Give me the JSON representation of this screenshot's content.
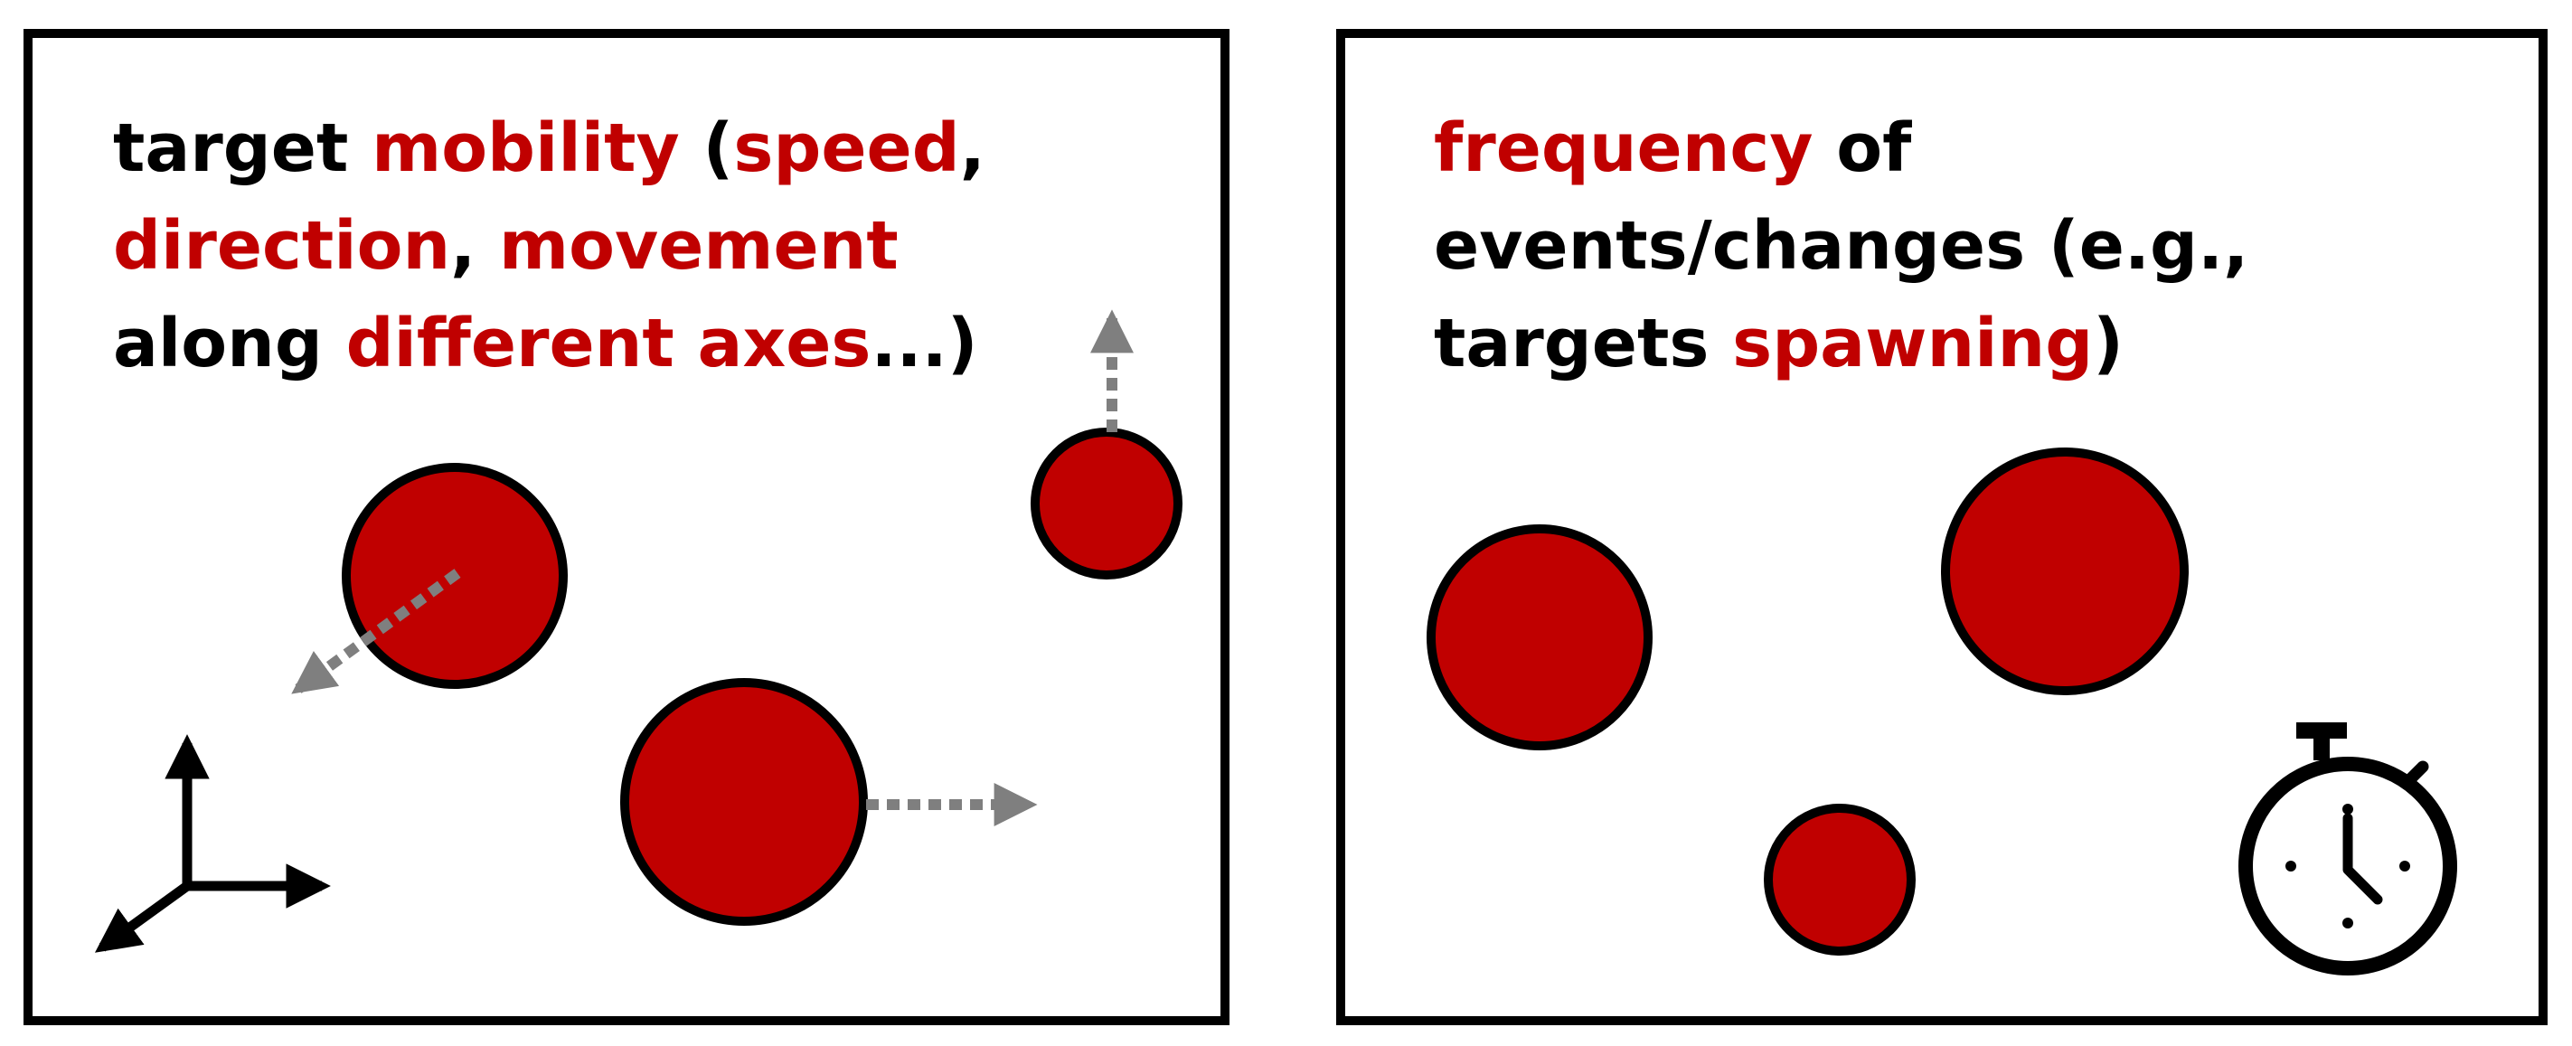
{
  "left_panel": {
    "line1": {
      "a": "target ",
      "b": "mobility",
      "c": " (",
      "d": "speed",
      "e": ","
    },
    "line2": {
      "a": "direction",
      "b": ", ",
      "c": "movement"
    },
    "line3": {
      "a": "along ",
      "b": "different axes",
      "c": "...)"
    }
  },
  "right_panel": {
    "line1": {
      "a": "frequency",
      "b": " of"
    },
    "line2": {
      "a": "events/changes (e.g.,"
    },
    "line3": {
      "a": "targets ",
      "b": "spawning",
      "c": ")"
    }
  },
  "colors": {
    "highlight": "#c00000",
    "target_fill": "#c00000",
    "arrow_gray": "#7f7f7f",
    "border": "#000000"
  },
  "icons": [
    "target-circle",
    "dotted-arrow",
    "axes-icon",
    "stopwatch-icon"
  ]
}
